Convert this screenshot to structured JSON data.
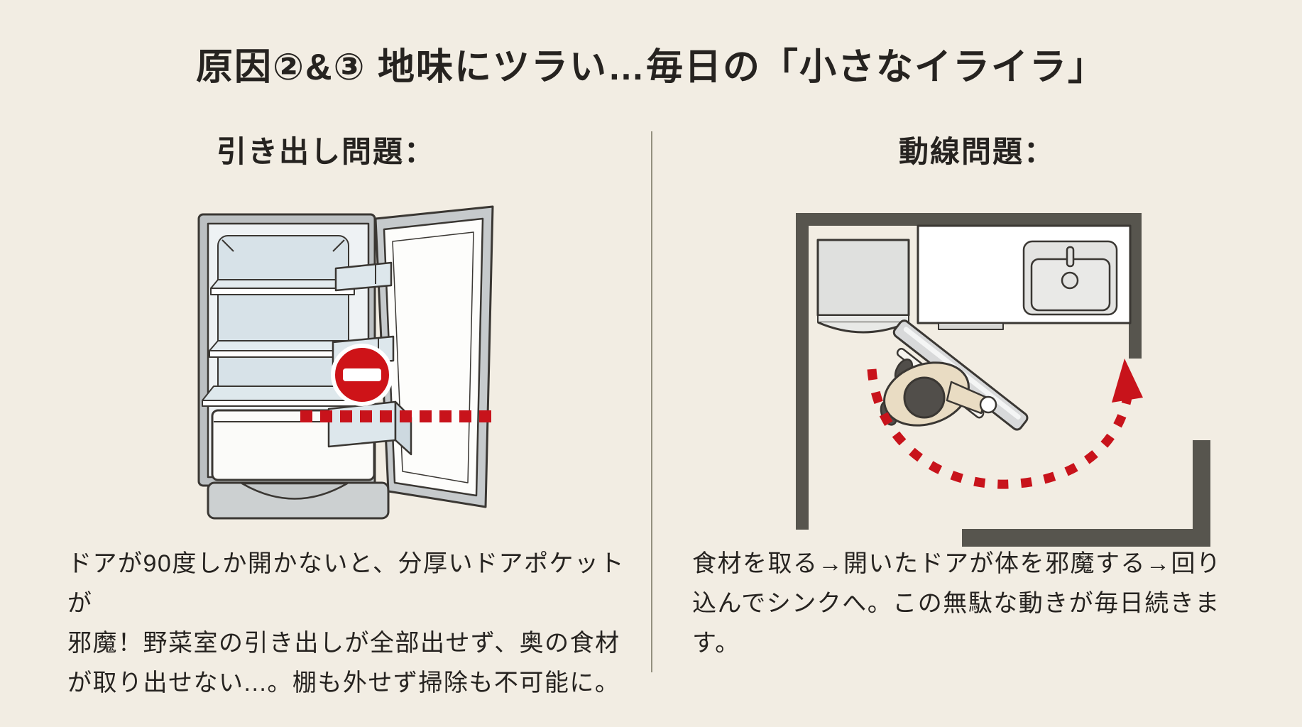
{
  "title": "原因②&③ 地味にツラい…毎日の「小さなイライラ」",
  "left_panel": {
    "heading": "引き出し問題：",
    "illustration": "open-refrigerator-with-blocked-drawer",
    "caption_lines": [
      "ドアが90度しか開かないと、分厚いドアポケットが",
      "邪魔！野菜室の引き出しが全部出せず、奥の食材",
      "が取り出せない...。棚も外せず掃除も不可能に。"
    ]
  },
  "right_panel": {
    "heading": "動線問題：",
    "illustration": "kitchen-floorplan-with-detour-path",
    "caption_lines": [
      "食材を取る→開いたドアが体を邪魔する→回り",
      "込んでシンクへ。この無駄な動きが毎日続きま",
      "す。"
    ]
  },
  "icons": {
    "no_entry": "red circle with white horizontal bar",
    "clearance_line": "red dashed horizontal line",
    "movement_path": "red dashed curved arrow pointing up to sink"
  },
  "colors": {
    "background": "#f2ede3",
    "ink": "#262320",
    "accent_red": "#c8131b",
    "wall_gray": "#57554e",
    "fridge_interior_blue": "#d7e2e8"
  }
}
